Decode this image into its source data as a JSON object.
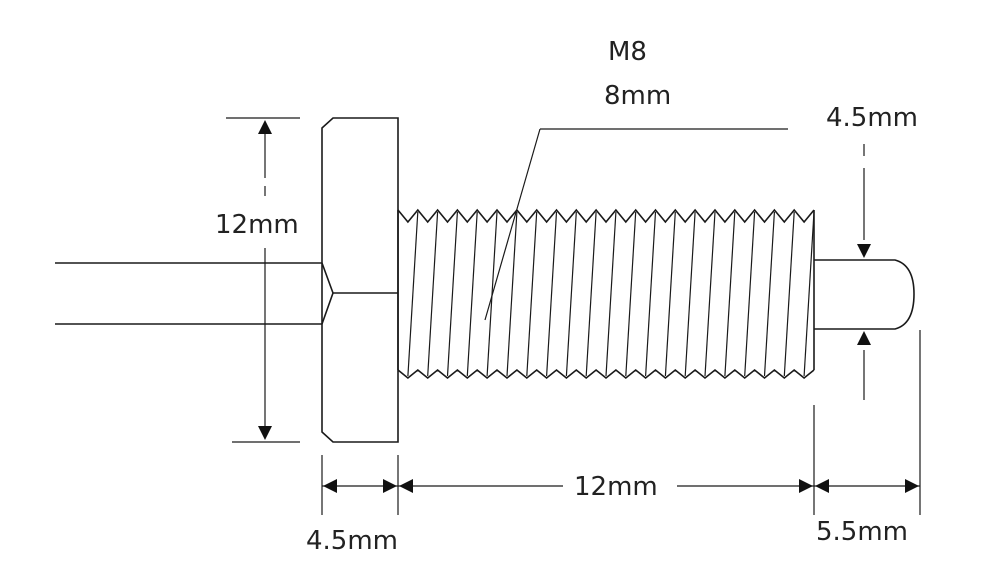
{
  "labels": {
    "thread_name": "M8",
    "thread_diameter": "8mm",
    "head_height": "12mm",
    "head_width": "4.5mm",
    "thread_length": "12mm",
    "pin_diameter": "4.5mm",
    "pin_length": "5.5mm"
  },
  "colors": {
    "line": "#1a1a1a",
    "text": "#222222",
    "background": "#ffffff"
  }
}
